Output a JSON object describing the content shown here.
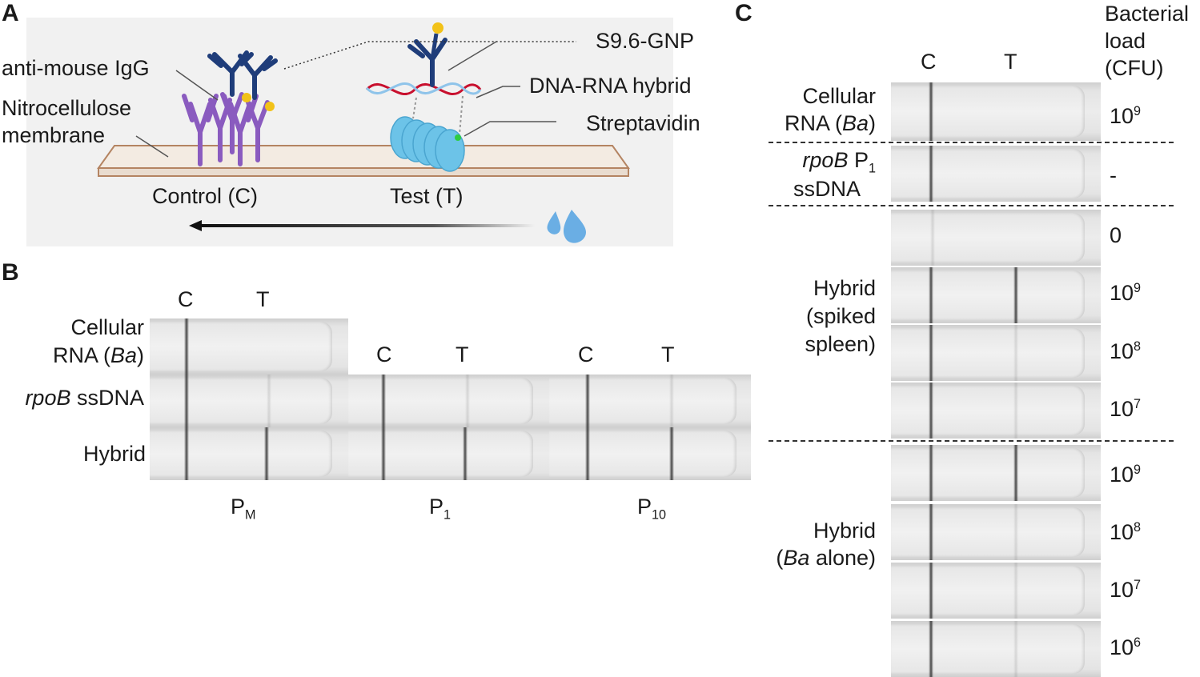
{
  "panelA": {
    "label": "A",
    "labels": {
      "anti_mouse": "anti-mouse IgG",
      "nitro_1": "Nitrocellulose",
      "nitro_2": "membrane",
      "gnp": "S9.6-GNP",
      "hybrid": "DNA-RNA hybrid",
      "strep": "Streptavidin",
      "control": "Control (C)",
      "test": "Test (T)"
    },
    "colors": {
      "antibody_blue": "#1f3d7a",
      "antibody_purple": "#8a5bbf",
      "gold": "#f2c218",
      "rna": "#c8102e",
      "dna": "#8fc4ea",
      "streptavidin": "#6cc3e8",
      "membrane": "#f3ebe2"
    }
  },
  "panelB": {
    "label": "B",
    "C": "C",
    "T": "T",
    "rows": [
      {
        "name": "Cellular",
        "name_italic": "Ba",
        "name_pre": "RNA (",
        "name_post": ")"
      },
      {
        "name_italic": "rpoB",
        "name_post": " ssDNA"
      },
      {
        "name": "Hybrid"
      }
    ],
    "columns": [
      {
        "base": "P",
        "sub": "M"
      },
      {
        "base": "P",
        "sub": "1"
      },
      {
        "base": "P",
        "sub": "10"
      }
    ]
  },
  "panelC": {
    "label": "C",
    "C": "C",
    "T": "T",
    "load_header": [
      "Bacterial",
      "load",
      "(CFU)"
    ],
    "groups": {
      "cellular": {
        "line1": "Cellular",
        "pre": "RNA (",
        "italic": "Ba",
        "post": ")"
      },
      "rpob": {
        "italic": "rpoB",
        "mid": " P",
        "sub": "1",
        "line2": "ssDNA"
      },
      "spiked": [
        "Hybrid",
        "(spiked",
        "spleen)"
      ],
      "alone": {
        "line1": "Hybrid",
        "pre": "(",
        "italic": "Ba",
        "post": " alone)"
      }
    },
    "loads": [
      {
        "base": "10",
        "exp": "9"
      },
      {
        "base": "-",
        "exp": ""
      },
      {
        "base": "0",
        "exp": ""
      },
      {
        "base": "10",
        "exp": "9"
      },
      {
        "base": "10",
        "exp": "8"
      },
      {
        "base": "10",
        "exp": "7"
      },
      {
        "base": "10",
        "exp": "9"
      },
      {
        "base": "10",
        "exp": "8"
      },
      {
        "base": "10",
        "exp": "7"
      },
      {
        "base": "10",
        "exp": "6"
      }
    ]
  }
}
